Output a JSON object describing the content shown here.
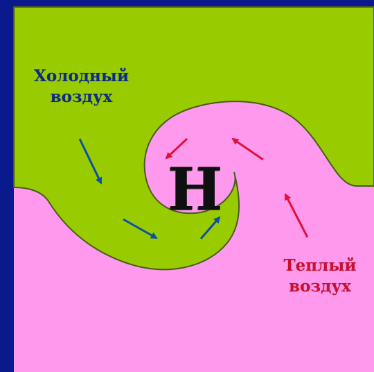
{
  "cold_air": {
    "line1": "Холодный",
    "line2": "воздух",
    "color": "#0b2a8a"
  },
  "warm_air": {
    "line1": "Теплый",
    "line2": "воздух",
    "color": "#c8102e"
  },
  "center": {
    "symbol": "Н"
  },
  "colors": {
    "cold_mass": "#99cc00",
    "warm_mass": "#ff99ee",
    "frame": "#0a1a8c",
    "cold_arrow": "#0e4fa0",
    "warm_arrow": "#e0103a"
  }
}
